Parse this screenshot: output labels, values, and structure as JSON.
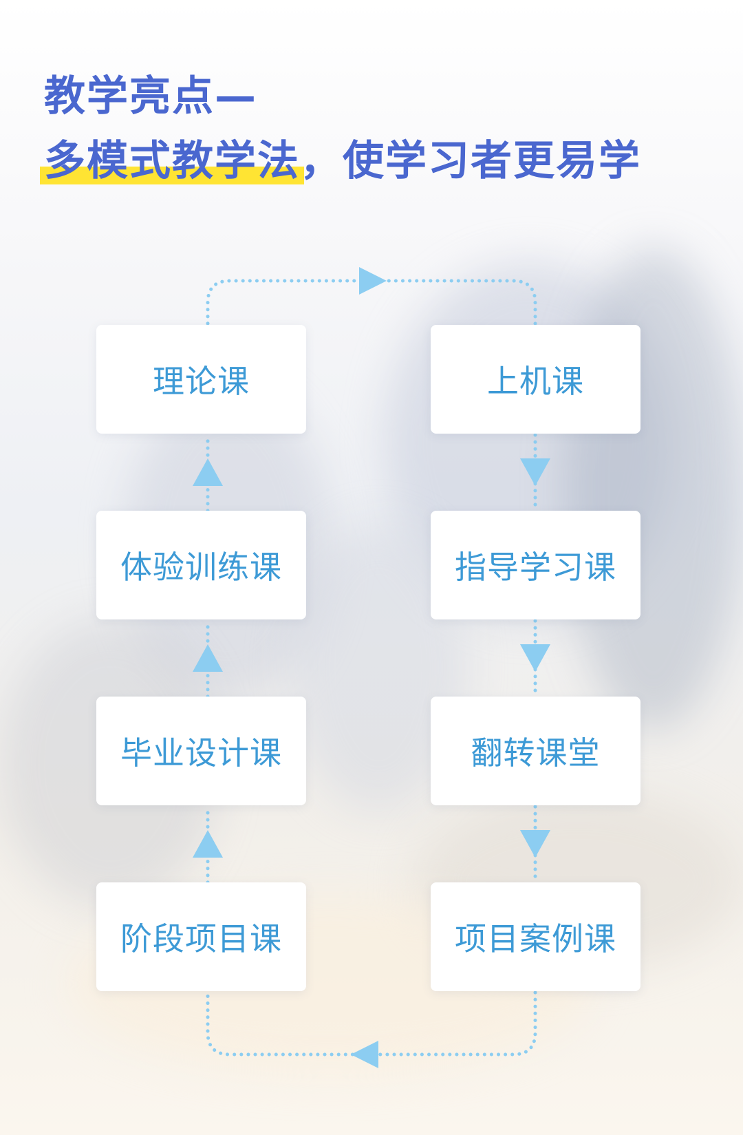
{
  "title": {
    "line1": "教学亮点—",
    "line2_highlight": "多模式教学法",
    "line2_rest": "，使学习者更易学"
  },
  "colors": {
    "title": "#4a67cf",
    "highlight": "#ffe433",
    "card_text": "#3d9ad6",
    "flow": "#8ccdf1"
  },
  "flow": {
    "left": [
      "理论课",
      "体验训练课",
      "毕业设计课",
      "阶段项目课"
    ],
    "right": [
      "上机课",
      "指导学习课",
      "翻转课堂",
      "项目案例课"
    ]
  }
}
